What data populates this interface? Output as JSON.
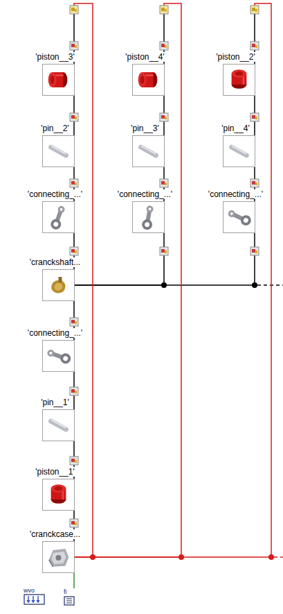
{
  "diagram": {
    "nodes": [
      {
        "text": [
          "'piston__3'"
        ]
      },
      {
        "text": [
          "'piston__4'"
        ]
      },
      {
        "text": [
          "'piston__2'"
        ]
      },
      {
        "text": [
          "'pin__2'"
        ]
      },
      {
        "text": [
          "'pin__3'"
        ]
      },
      {
        "text": [
          "'pin__4'"
        ]
      },
      {
        "text": [
          "'connecting_...'"
        ]
      },
      {
        "text": [
          "'connecting_...'"
        ]
      },
      {
        "text": [
          "'connecting_...'"
        ]
      },
      {
        "text": [
          "'cranckshaft..."
        ]
      },
      {
        "text": [
          "'connecting_...'"
        ]
      },
      {
        "text": [
          "'pin__1'"
        ]
      },
      {
        "text": [
          "'piston__1'"
        ]
      },
      {
        "text": [
          "'cranckcase..."
        ]
      },
      {
        "text": [
          "wvo"
        ]
      },
      {
        "text": [
          "fi"
        ]
      }
    ],
    "edges": [
      {
        "from": 0,
        "to": 3,
        "arrow": "none"
      },
      {
        "from": 3,
        "to": 6,
        "arrow": "none"
      },
      {
        "from": 6,
        "to": 9,
        "arrow": "none"
      },
      {
        "from": 9,
        "to": 10,
        "arrow": "none"
      },
      {
        "from": 10,
        "to": 11,
        "arrow": "none"
      },
      {
        "from": 11,
        "to": 12,
        "arrow": "none"
      },
      {
        "from": 12,
        "to": 13,
        "arrow": "none"
      },
      {
        "from": 1,
        "to": 4,
        "arrow": "none"
      },
      {
        "from": 4,
        "to": 7,
        "arrow": "none"
      },
      {
        "from": 7,
        "to": 9,
        "arrow": "none"
      },
      {
        "from": 2,
        "to": 5,
        "arrow": "none"
      },
      {
        "from": 5,
        "to": 8,
        "arrow": "none"
      },
      {
        "from": 8,
        "to": 9,
        "arrow": "none"
      },
      {
        "from": 13,
        "to": 0,
        "arrow": "none"
      },
      {
        "from": 13,
        "to": 1,
        "arrow": "none"
      },
      {
        "from": 13,
        "to": 2,
        "arrow": "none"
      },
      {
        "from": 13,
        "to": 15,
        "arrow": "none"
      }
    ]
  }
}
